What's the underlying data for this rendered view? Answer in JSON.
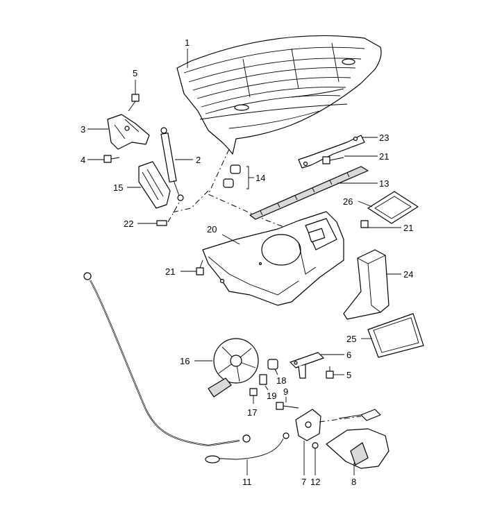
{
  "callouts": {
    "c1": "1",
    "c2": "2",
    "c3": "3",
    "c4": "4",
    "c5a": "5",
    "c5b": "5",
    "c6": "6",
    "c7": "7",
    "c8": "8",
    "c9": "9",
    "c11": "11",
    "c12": "12",
    "c13": "13",
    "c14": "14",
    "c15": "15",
    "c16": "16",
    "c17": "17",
    "c18": "18",
    "c19": "19",
    "c20": "20",
    "c21a": "21",
    "c21b": "21",
    "c21c": "21",
    "c22": "22",
    "c23": "23",
    "c24": "24",
    "c25": "25",
    "c26": "26"
  },
  "colors": {
    "line": "#000000",
    "fill": "#ffffff",
    "shade": "#d9d9d9"
  }
}
